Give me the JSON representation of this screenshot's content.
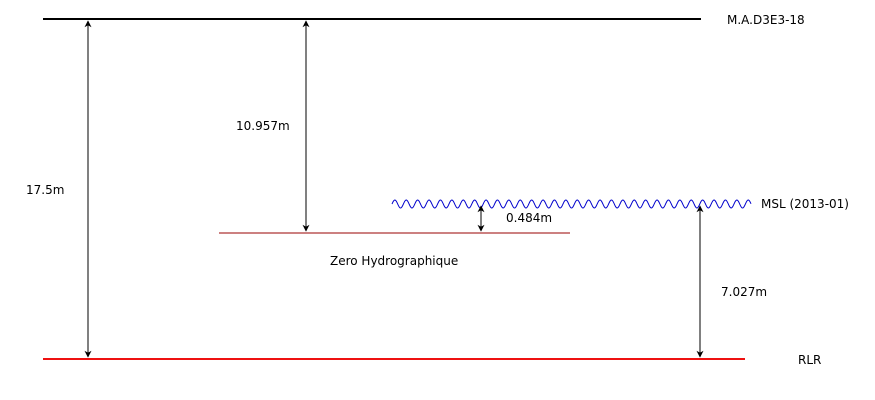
{
  "levels": {
    "mad_label": "M.A.D3E3-18",
    "msl_label": "MSL (2013-01)",
    "zero_label": "Zero Hydrographique",
    "rlr_label": "RLR"
  },
  "measurements": {
    "mad_to_rlr": "17.5m",
    "mad_to_zero": "10.957m",
    "zero_to_msl": "0.484m",
    "rlr_to_msl": "7.027m"
  },
  "colors": {
    "mad_line": "#000000",
    "msl_wave": "#0000cc",
    "zero_line": "#990000",
    "rlr_line": "#ee1111",
    "arrows": "#000000"
  }
}
